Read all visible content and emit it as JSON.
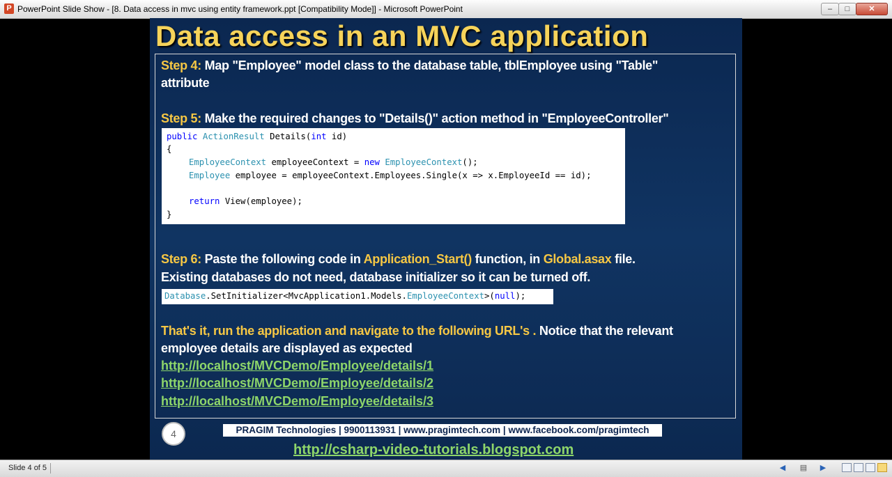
{
  "window": {
    "title": "PowerPoint Slide Show - [8. Data access in mvc using entity framework.ppt [Compatibility Mode]] - Microsoft PowerPoint",
    "app_icon_letter": "P",
    "minimize": "–",
    "maximize": "□",
    "close": "✕"
  },
  "slide": {
    "title": "Data access in an MVC application",
    "step4": {
      "label": "Step 4:",
      "text": "Map \"Employee\" model class to the database table, tblEmployee using \"Table\"",
      "text2": "attribute"
    },
    "step5": {
      "label": "Step 5:",
      "text": "Make the required changes to \"Details()\" action method in \"EmployeeController\""
    },
    "code1": {
      "l1_kw": "public",
      "l1_ty": "ActionResult",
      "l1_rest": " Details(",
      "l1_kw2": "int",
      "l1_end": " id)",
      "l2": "{",
      "l3_ty": "EmployeeContext",
      "l3_mid": " employeeContext = ",
      "l3_kw": "new",
      "l3_ty2": "EmployeeContext",
      "l3_end": "();",
      "l4_ty": "Employee",
      "l4_rest": " employee = employeeContext.Employees.Single(x => x.EmployeeId == id);",
      "l5_kw": "return",
      "l5_rest": " View(employee);",
      "l6": "}"
    },
    "step6": {
      "label": "Step 6:",
      "t1": "Paste the following code in",
      "h1": "Application_Start()",
      "t2": "function, in",
      "h2": "Global.asax",
      "t3": "file.",
      "line2": "Existing databases do not need, database initializer so it can be turned off."
    },
    "code2": {
      "ty": "Database",
      "mid": ".SetInitializer<MvcApplication1.Models.",
      "ty2": "EmployeeContext",
      "mid2": ">(",
      "kw": "null",
      "end": ");"
    },
    "final": {
      "yellow": "That's it, run the application and navigate to the following URL's .",
      "white": "Notice that the relevant",
      "line2": "employee details are displayed as expected"
    },
    "urls": [
      "http://localhost/MVCDemo/Employee/details/1",
      "http://localhost/MVCDemo/Employee/details/2",
      "http://localhost/MVCDemo/Employee/details/3"
    ],
    "slide_number": "4",
    "footer_banner": "PRAGIM Technologies | 9900113931 | www.pragimtech.com | www.facebook.com/pragimtech",
    "footer_url": "http://csharp-video-tutorials.blogspot.com"
  },
  "statusbar": {
    "slide_indicator": "Slide 4 of 5",
    "prev": "◀",
    "menu": "▤",
    "next": "▶"
  }
}
